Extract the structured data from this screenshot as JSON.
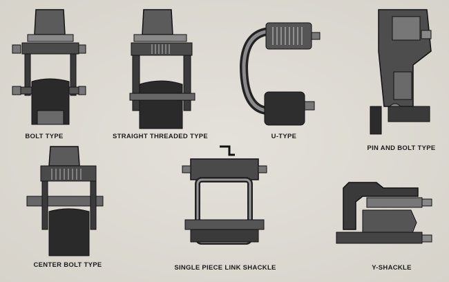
{
  "figures": [
    {
      "id": "bolt",
      "caption": "BOLT TYPE"
    },
    {
      "id": "straight",
      "caption": "STRAIGHT THREADED TYPE"
    },
    {
      "id": "utype",
      "caption": "U-TYPE"
    },
    {
      "id": "pinbolt",
      "caption": "PIN AND BOLT TYPE"
    },
    {
      "id": "center",
      "caption": "CENTER BOLT TYPE"
    },
    {
      "id": "single",
      "caption": "SINGLE PIECE LINK SHACKLE"
    },
    {
      "id": "yshackle",
      "caption": "Y-SHACKLE"
    }
  ]
}
